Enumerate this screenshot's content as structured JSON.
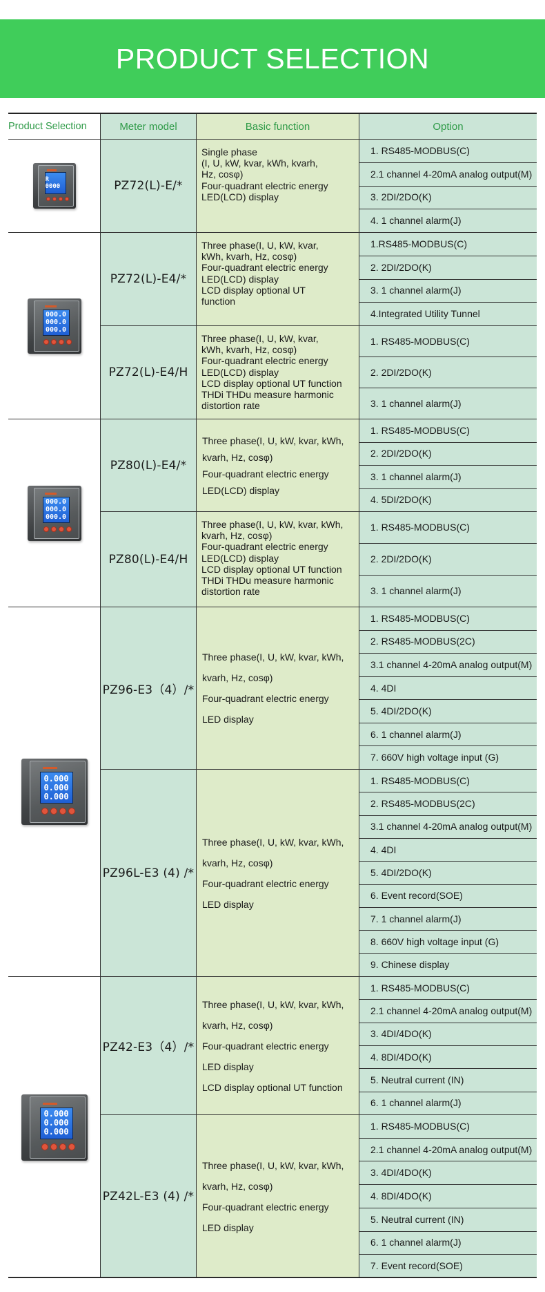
{
  "banner": {
    "title": "PRODUCT SELECTION"
  },
  "table": {
    "headers": {
      "image": "Product Selection",
      "model": "Meter model",
      "function": "Basic function",
      "option": "Option"
    },
    "groups": [
      {
        "image": {
          "icon": "panel-meter-single-line-icon",
          "display": "R 0000"
        },
        "models": [
          {
            "name": "PZ72(L)-E/*",
            "functions": [
              "Single phase",
              "(I, U, kW, kvar, kWh, kvarh,",
              "Hz, cosφ)",
              "Four-quadrant electric energy",
              "LED(LCD) display"
            ],
            "options": [
              "1. RS485-MODBUS(C)",
              "2.1 channel 4-20mA analog output(M)",
              "3. 2DI/2DO(K)",
              "4. 1 channel alarm(J)"
            ]
          }
        ]
      },
      {
        "image": {
          "icon": "panel-meter-three-line-icon",
          "display": [
            "000.0",
            "000.0",
            "000.0"
          ]
        },
        "models": [
          {
            "name": "PZ72(L)-E4/*",
            "functions": [
              "Three phase(I, U, kW, kvar,",
              "kWh, kvarh, Hz, cosφ)",
              "Four-quadrant electric energy",
              "LED(LCD) display",
              "LCD display optional UT",
              "function"
            ],
            "options": [
              "1.RS485-MODBUS(C)",
              "2. 2DI/2DO(K)",
              "3. 1 channel alarm(J)",
              "4.Integrated Utility Tunnel"
            ]
          },
          {
            "name": "PZ72(L)-E4/H",
            "functions": [
              "Three phase(I, U, kW, kvar,",
              "kWh, kvarh, Hz, cosφ)",
              "Four-quadrant electric energy",
              "LED(LCD) display",
              "LCD display optional UT function",
              "THDi THDu measure harmonic",
              "distortion rate"
            ],
            "options": [
              "1. RS485-MODBUS(C)",
              "2. 2DI/2DO(K)",
              "3. 1 channel alarm(J)"
            ]
          }
        ]
      },
      {
        "image": {
          "icon": "panel-meter-three-line-icon",
          "display": [
            "000.0",
            "000.0",
            "000.0"
          ]
        },
        "models": [
          {
            "name": "PZ80(L)-E4/*",
            "functions": [
              "Three phase(I, U, kW, kvar, kWh,",
              "kvarh, Hz, cosφ)",
              "Four-quadrant electric energy",
              "LED(LCD) display"
            ],
            "options": [
              "1. RS485-MODBUS(C)",
              "2. 2DI/2DO(K)",
              "3. 1 channel alarm(J)",
              "4. 5DI/2DO(K)"
            ]
          },
          {
            "name": "PZ80(L)-E4/H",
            "functions": [
              "Three phase(I, U, kW, kvar, kWh,",
              "kvarh, Hz, cosφ)",
              "Four-quadrant electric energy",
              "LED(LCD) display",
              "LCD display optional UT function",
              "THDi THDu measure harmonic",
              "distortion rate"
            ],
            "options": [
              "1. RS485-MODBUS(C)",
              "2. 2DI/2DO(K)",
              "3. 1 channel alarm(J)"
            ]
          }
        ]
      },
      {
        "image": {
          "icon": "panel-meter-three-line-icon",
          "display": [
            "0.000",
            "0.000",
            "0.000"
          ]
        },
        "models": [
          {
            "name": "PZ96-E3（4）/*",
            "functions": [
              "Three phase(I, U, kW, kvar, kWh,",
              "kvarh, Hz, cosφ)",
              "Four-quadrant electric energy",
              "LED display"
            ],
            "options": [
              "1. RS485-MODBUS(C)",
              "2. RS485-MODBUS(2C)",
              "3.1 channel 4-20mA analog output(M)",
              "4. 4DI",
              "5. 4DI/2DO(K)",
              "6. 1 channel alarm(J)",
              "7. 660V high voltage input (G)"
            ]
          },
          {
            "name": "PZ96L-E3 (4) /*",
            "functions": [
              "Three phase(I, U, kW, kvar, kWh,",
              "kvarh, Hz, cosφ)",
              "Four-quadrant electric energy",
              "LED display"
            ],
            "options": [
              "1. RS485-MODBUS(C)",
              "2. RS485-MODBUS(2C)",
              "3.1 channel 4-20mA analog output(M)",
              "4. 4DI",
              "5. 4DI/2DO(K)",
              "6. Event record(SOE)",
              "7. 1 channel alarm(J)",
              "8. 660V high voltage input (G)",
              "9. Chinese display"
            ]
          }
        ]
      },
      {
        "image": {
          "icon": "panel-meter-three-line-icon",
          "display": [
            "0.000",
            "0.000",
            "0.000"
          ]
        },
        "models": [
          {
            "name": "PZ42-E3（4）/*",
            "functions": [
              "Three phase(I, U, kW, kvar, kWh,",
              "kvarh, Hz, cosφ)",
              "Four-quadrant electric energy",
              "LED display",
              "LCD display optional UT function"
            ],
            "options": [
              "1. RS485-MODBUS(C)",
              "2.1 channel 4-20mA analog output(M)",
              "3. 4DI/4DO(K)",
              "4. 8DI/4DO(K)",
              "5. Neutral current (IN)",
              "6. 1 channel alarm(J)"
            ]
          },
          {
            "name": "PZ42L-E3 (4) /*",
            "functions": [
              "Three phase(I, U, kW, kvar, kWh,",
              "kvarh, Hz, cosφ)",
              "Four-quadrant electric energy",
              "LED display"
            ],
            "options": [
              "1. RS485-MODBUS(C)",
              "2.1 channel 4-20mA analog output(M)",
              "3. 4DI/4DO(K)",
              "4. 8DI/4DO(K)",
              "5. Neutral current (IN)",
              "6. 1 channel alarm(J)",
              "7. Event record(SOE)"
            ]
          }
        ]
      }
    ]
  },
  "colors": {
    "banner": "#40cd5a",
    "header_text": "#2e9a47",
    "model_column": "#cbe5d7",
    "function_column": "#deebc9",
    "option_column": "#cbe5d7"
  }
}
